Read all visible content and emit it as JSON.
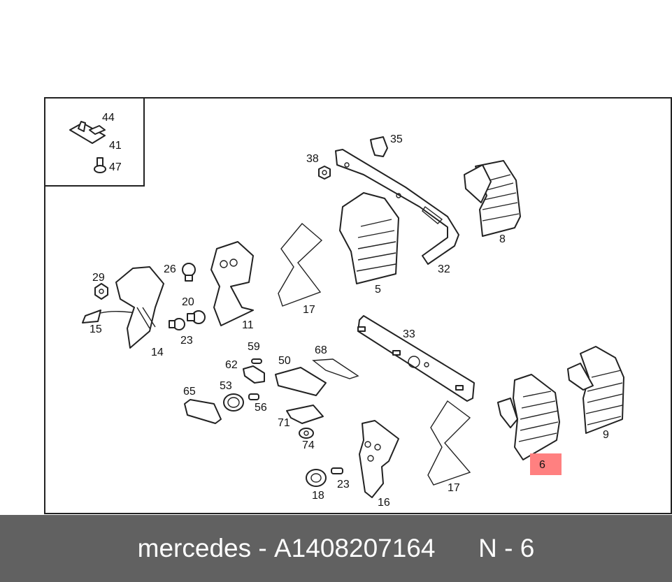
{
  "callouts": [
    "44",
    "41",
    "47",
    "35",
    "38",
    "8",
    "32",
    "5",
    "29",
    "26",
    "20",
    "15",
    "23",
    "14",
    "11",
    "17",
    "59",
    "50",
    "68",
    "62",
    "53",
    "56",
    "65",
    "71",
    "74",
    "33",
    "18",
    "16",
    "6",
    "9"
  ],
  "highlight_color": "#ff8080",
  "footer": {
    "brand": "mercedes",
    "separator": " - ",
    "part_number": "A1408207164",
    "code": "N - 6"
  }
}
